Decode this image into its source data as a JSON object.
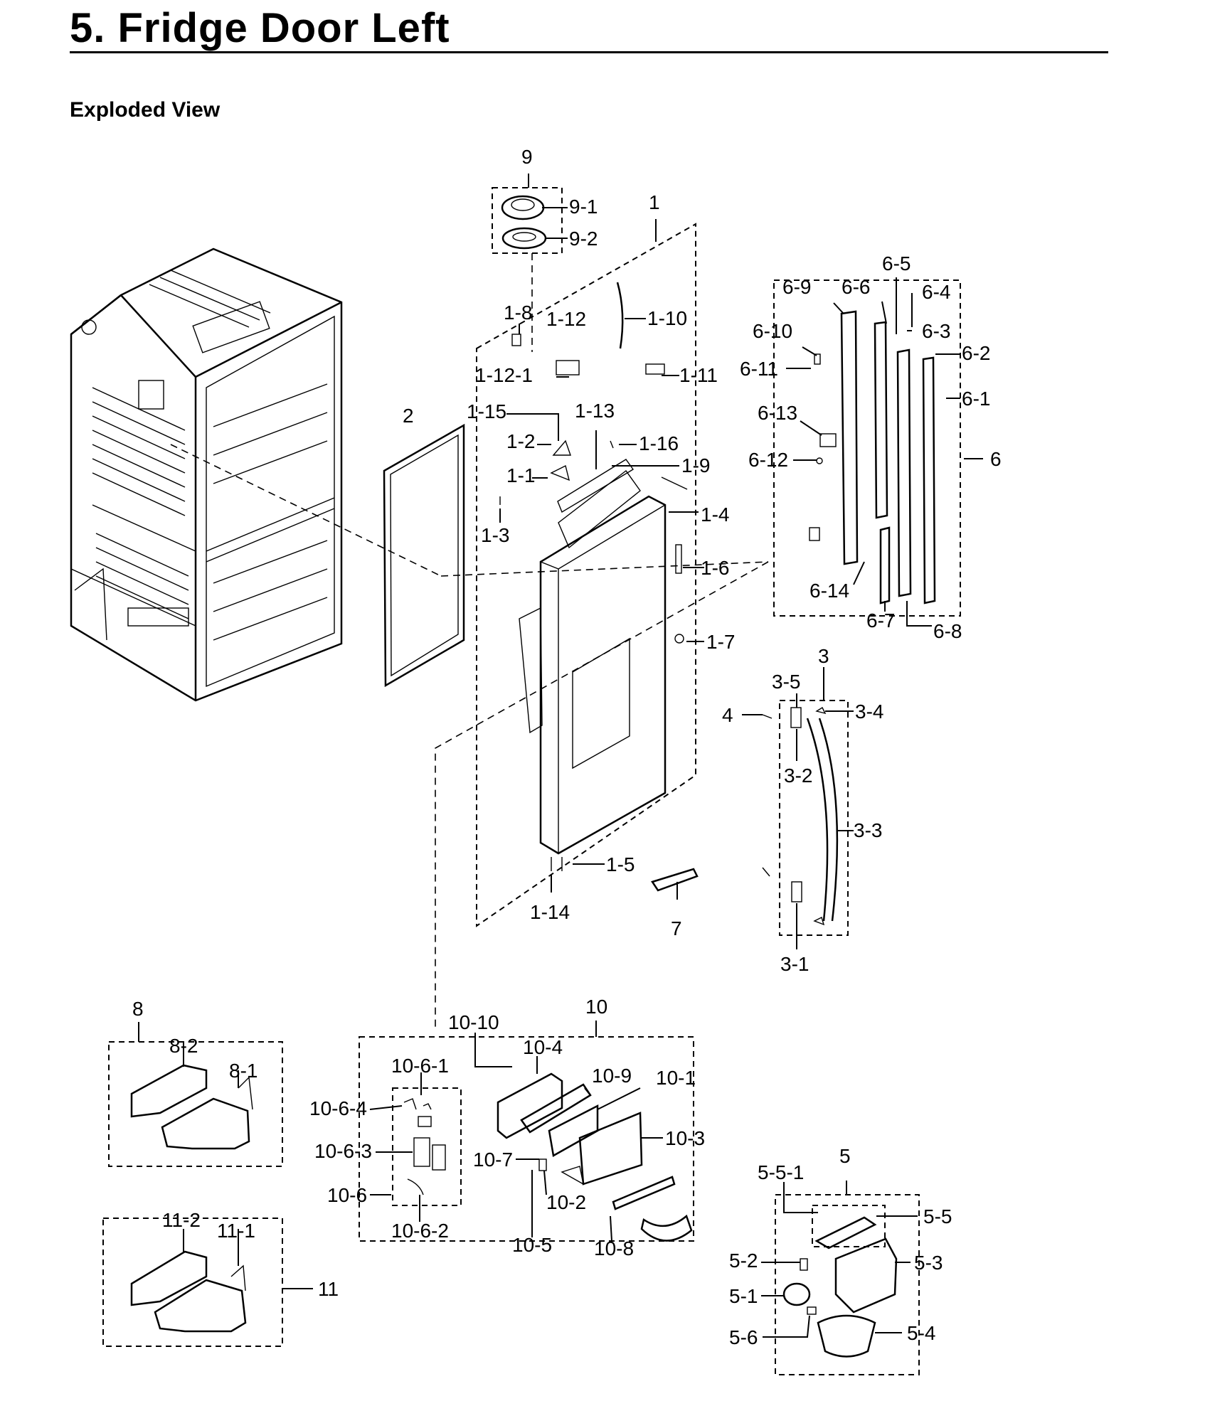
{
  "page": {
    "title": "5.  Fridge Door Left",
    "subtitle": "Exploded View"
  },
  "parts": {
    "p9": "9",
    "p9_1": "9-1",
    "p9_2": "9-2",
    "p1": "1",
    "p1_1": "1-1",
    "p1_2": "1-2",
    "p1_3": "1-3",
    "p1_4": "1-4",
    "p1_5": "1-5",
    "p1_6": "1-6",
    "p1_7": "1-7",
    "p1_8": "1-8",
    "p1_9": "1-9",
    "p1_10": "1-10",
    "p1_11": "1-11",
    "p1_12": "1-12",
    "p1_12_1": "1-12-1",
    "p1_13": "1-13",
    "p1_14": "1-14",
    "p1_15": "1-15",
    "p1_16": "1-16",
    "p2": "2",
    "p6": "6",
    "p6_1": "6-1",
    "p6_2": "6-2",
    "p6_3": "6-3",
    "p6_4": "6-4",
    "p6_5": "6-5",
    "p6_6": "6-6",
    "p6_7": "6-7",
    "p6_8": "6-8",
    "p6_9": "6-9",
    "p6_10": "6-10",
    "p6_11": "6-11",
    "p6_12": "6-12",
    "p6_13": "6-13",
    "p6_14": "6-14",
    "p3": "3",
    "p3_1": "3-1",
    "p3_2": "3-2",
    "p3_3": "3-3",
    "p3_4": "3-4",
    "p3_5": "3-5",
    "p4": "4",
    "p7": "7",
    "p8": "8",
    "p8_1": "8-1",
    "p8_2": "8-2",
    "p10": "10",
    "p10_1": "10-1",
    "p10_2": "10-2",
    "p10_3": "10-3",
    "p10_4": "10-4",
    "p10_5": "10-5",
    "p10_6": "10-6",
    "p10_6_1": "10-6-1",
    "p10_6_2": "10-6-2",
    "p10_6_3": "10-6-3",
    "p10_6_4": "10-6-4",
    "p10_7": "10-7",
    "p10_8": "10-8",
    "p10_9": "10-9",
    "p10_10": "10-10",
    "p11": "11",
    "p11_1": "11-1",
    "p11_2": "11-2",
    "p5": "5",
    "p5_1": "5-1",
    "p5_2": "5-2",
    "p5_3": "5-3",
    "p5_4": "5-4",
    "p5_5": "5-5",
    "p5_5_1": "5-5-1",
    "p5_6": "5-6"
  }
}
